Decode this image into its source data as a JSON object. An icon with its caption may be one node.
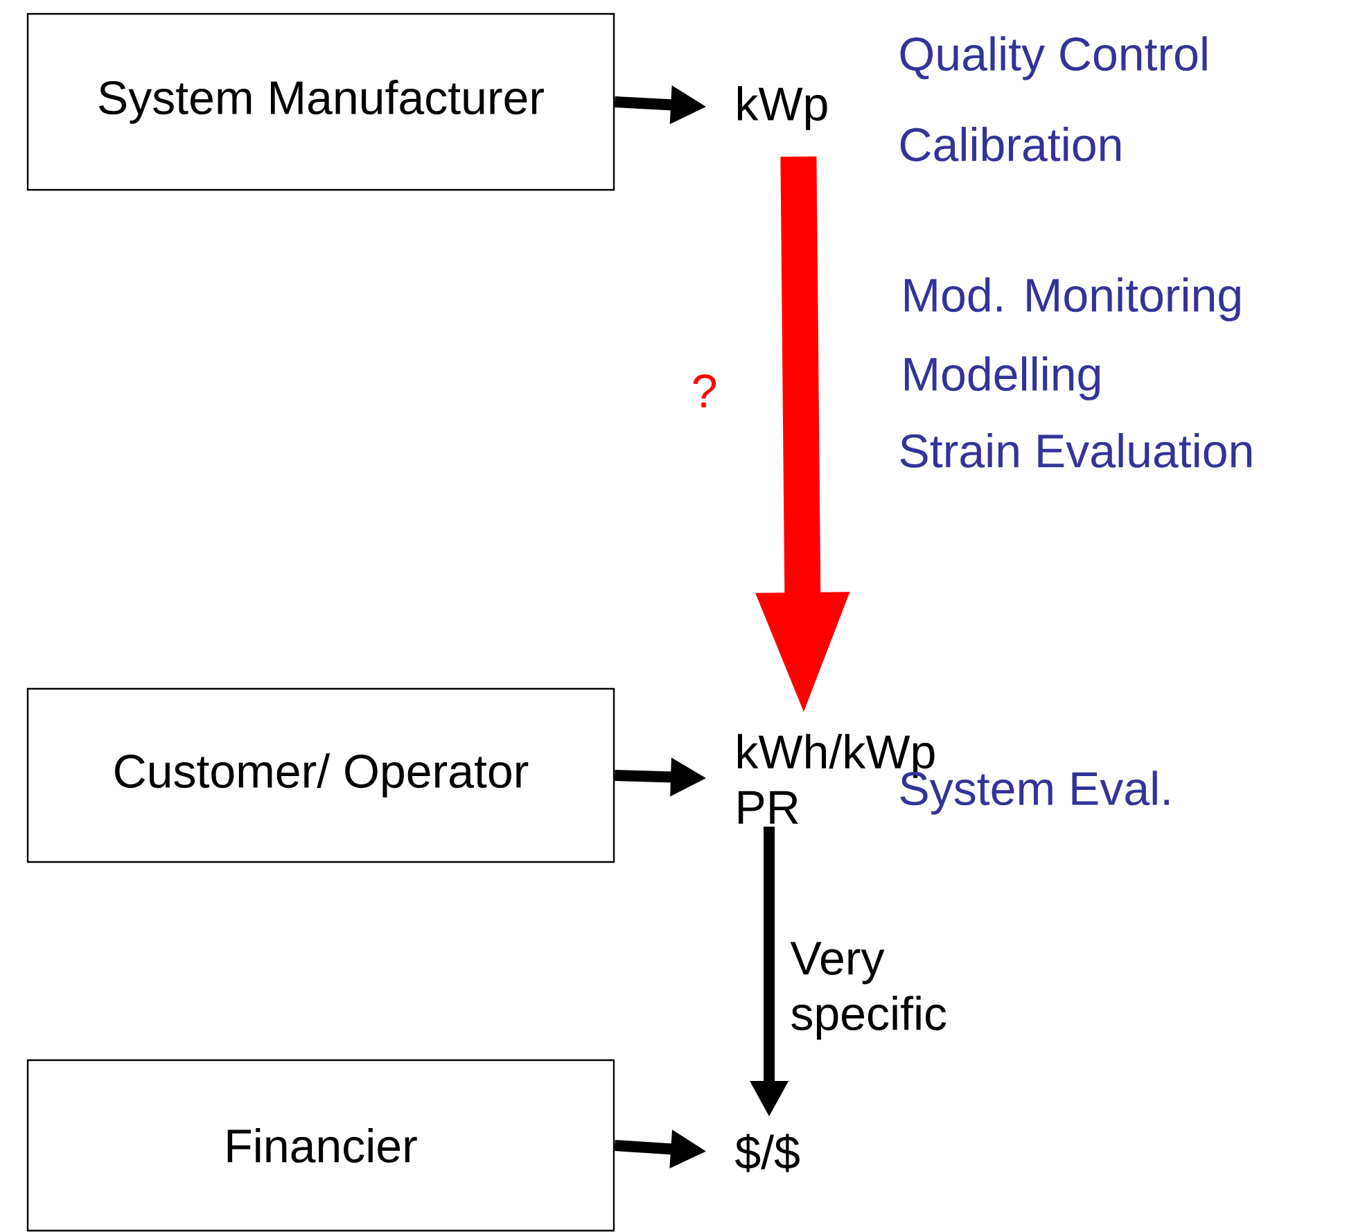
{
  "diagram": {
    "nodes": [
      {
        "text": [
          "System Manufacturer"
        ]
      },
      {
        "text": [
          "kWp"
        ]
      },
      {
        "text": [
          "Customer/ Operator"
        ]
      },
      {
        "text": [
          "kWh/kWp PR"
        ]
      },
      {
        "text": [
          "Financier"
        ]
      },
      {
        "text": [
          "$/$"
        ]
      }
    ],
    "edges": [
      {
        "from": 0,
        "to": 1,
        "arrow": "to"
      },
      {
        "from": 1,
        "to": 3,
        "arrow": "to",
        "label": "?",
        "style": "thick",
        "color": "#ff0000"
      },
      {
        "from": 2,
        "to": 3,
        "arrow": "to"
      },
      {
        "from": 3,
        "to": 5,
        "arrow": "to",
        "label": "Very specific"
      },
      {
        "from": 4,
        "to": 5,
        "arrow": "to"
      }
    ],
    "labels": [
      "Quality Control",
      "Calibration",
      "Mod. Monitoring",
      "Modelling",
      "Strain Evaluation",
      "System Eval."
    ]
  }
}
